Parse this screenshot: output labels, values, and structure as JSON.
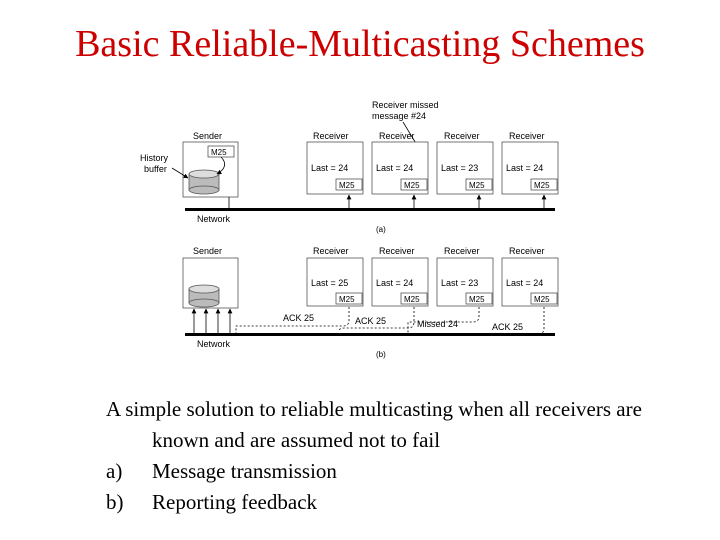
{
  "slide": {
    "title": "Basic Reliable-Multicasting Schemes"
  },
  "diagram": {
    "note_line1": "Receiver missed",
    "note_line2": "message #24",
    "history_line1": "History",
    "history_line2": "buffer",
    "sender_label": "Sender",
    "receiver_label": "Receiver",
    "message_label": "M25",
    "network_label": "Network",
    "part_a_label": "(a)",
    "part_b_label": "(b)",
    "panel_a_last": [
      "Last = 24",
      "Last = 24",
      "Last = 23",
      "Last = 24"
    ],
    "panel_b_last": [
      "Last = 25",
      "Last = 24",
      "Last = 23",
      "Last = 24"
    ],
    "feedback": [
      "ACK 25",
      "ACK 25",
      "Missed 24",
      "ACK 25"
    ]
  },
  "caption": {
    "intro": "A simple solution to reliable multicasting when all receivers are known and are assumed not to fail",
    "items": [
      {
        "marker": "a)",
        "text": "Message transmission"
      },
      {
        "marker": "b)",
        "text": "Reporting feedback"
      }
    ]
  }
}
